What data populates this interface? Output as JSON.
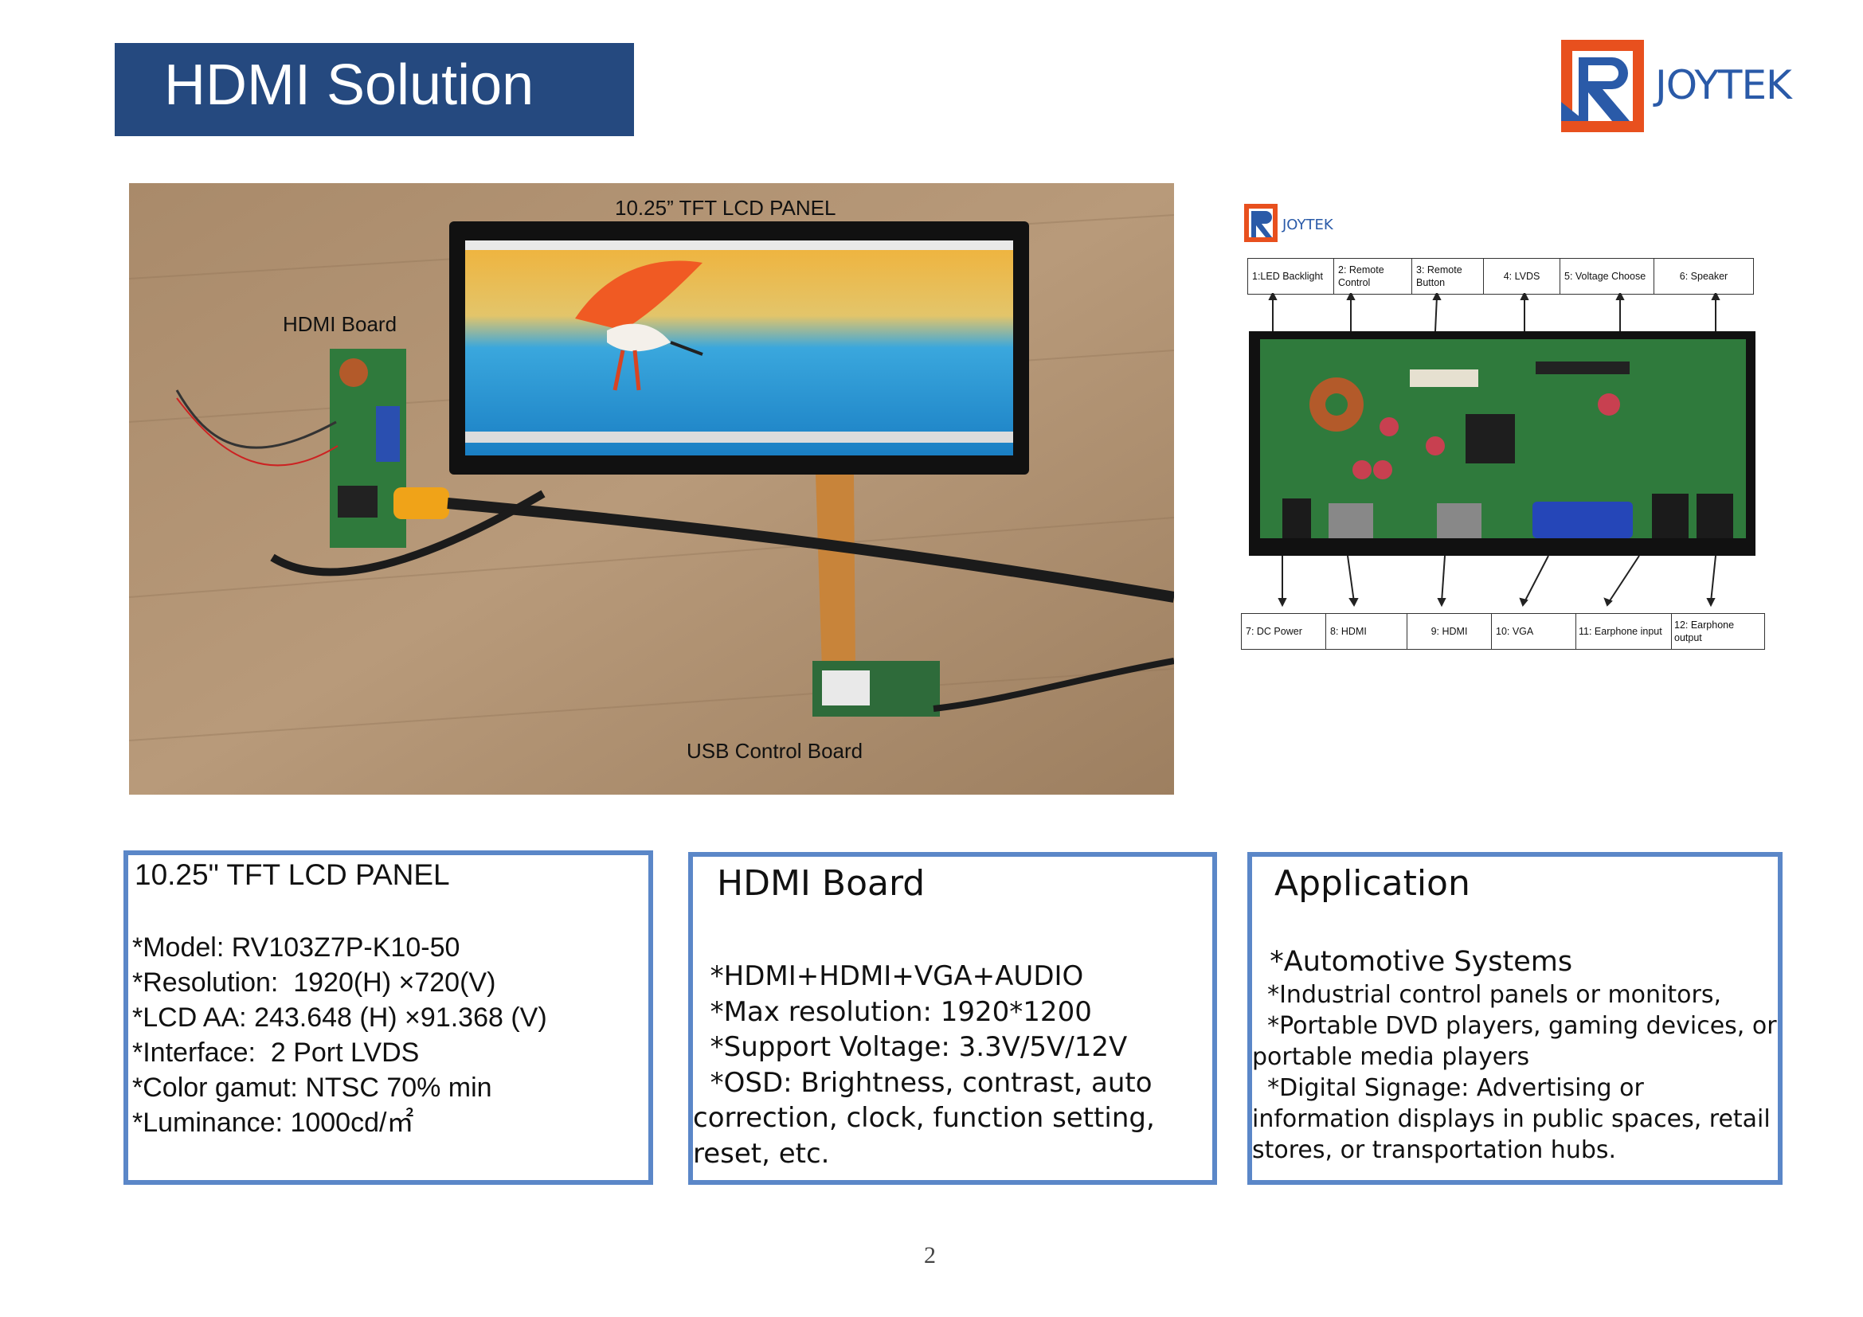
{
  "header": {
    "title": "HDMI Solution",
    "logo_text": "JOYTEK"
  },
  "photo": {
    "labels": {
      "panel": "10.25” TFT LCD PANEL",
      "hdmi_board": "HDMI Board",
      "usb_board": "USB Control Board"
    }
  },
  "diagram": {
    "brand": "JOYTEK",
    "top_ports": [
      "1:LED Backlight",
      "2: Remote Control",
      "3: Remote Button",
      "4: LVDS",
      "5: Voltage Choose",
      "6: Speaker"
    ],
    "bottom_ports": [
      "7: DC Power",
      "8: HDMI",
      "9: HDMI",
      "10: VGA",
      "11: Earphone input",
      "12: Earphone output"
    ]
  },
  "panel_box": {
    "heading": "10.25\" TFT LCD PANEL",
    "lines": [
      "*Model: RV103Z7P-K10-50",
      "*Resolution:  1920(H) ×720(V)",
      "*LCD AA: 243.648 (H) ×91.368 (V)",
      "*Interface:  2 Port LVDS",
      "*Color gamut: NTSC 70% min",
      "*Luminance: 1000cd/㎡"
    ]
  },
  "hdmi_box": {
    "heading": "HDMI Board",
    "lines": [
      "  *HDMI+HDMI+VGA+AUDIO",
      "  *Max resolution: 1920*1200",
      "  *Support Voltage: 3.3V/5V/12V",
      "  *OSD: Brightness, contrast, auto correction, clock, function setting, reset, etc."
    ]
  },
  "app_box": {
    "heading": "Application",
    "lines": [
      "  *Automotive Systems",
      "  *Industrial control panels or monitors,",
      "  *Portable DVD players, gaming devices, or portable media players",
      "  *Digital Signage: Advertising or information displays in public spaces, retail stores, or transportation hubs."
    ]
  },
  "footer": {
    "page_number": "2"
  },
  "colors": {
    "title_bar": "#25497f",
    "box_border": "#5b87c8",
    "logo_orange": "#e8501e",
    "logo_blue": "#2a5aa8",
    "pcb_green": "#2f7a3c"
  }
}
